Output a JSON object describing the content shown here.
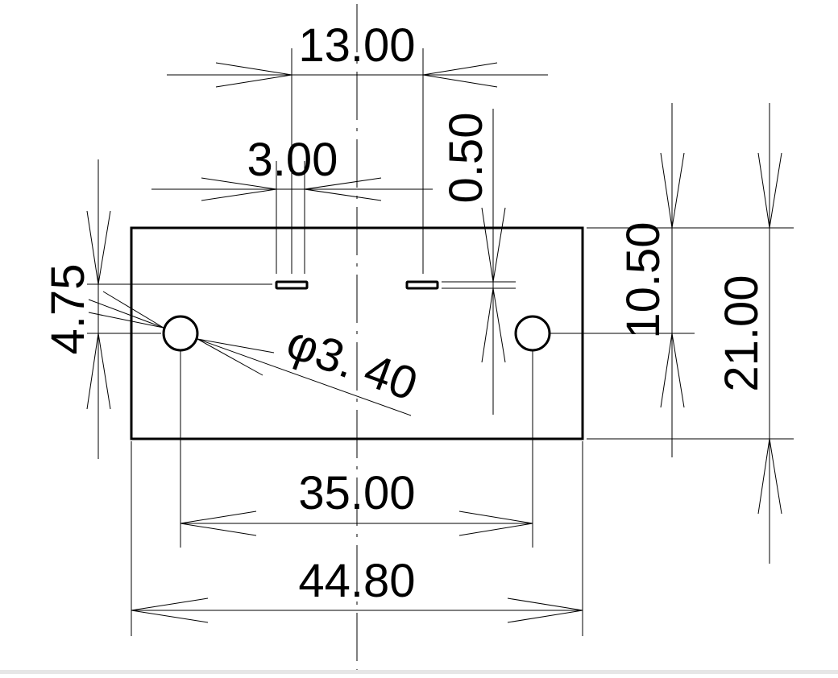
{
  "dimensions": {
    "top_pitch": "13.00",
    "slot_width": "3.00",
    "slot_height": "0.50",
    "hole_offset_x": "4.75",
    "hole_diameter_prefix": "φ",
    "hole_diameter": "3. 40",
    "half_height": "10.50",
    "total_height": "21.00",
    "hole_pitch": "35.00",
    "total_width": "44.80"
  },
  "colors": {
    "ink": "#000000",
    "paper": "#ffffff"
  }
}
